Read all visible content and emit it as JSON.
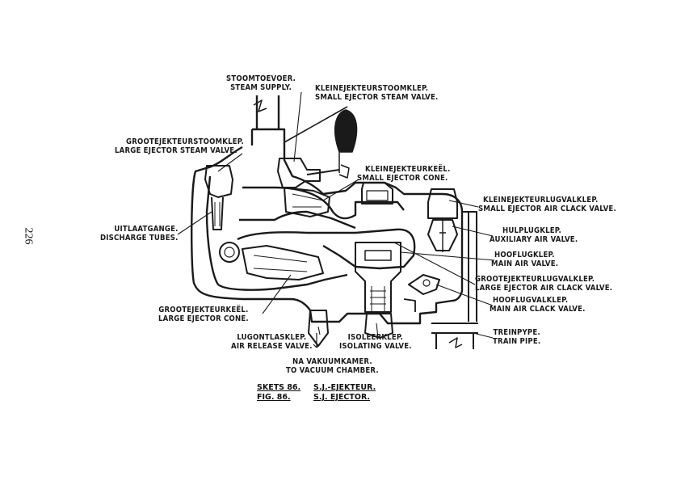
{
  "page_number": "226",
  "labels": {
    "steam_supply": {
      "af": "STOOMTOEVOER.",
      "en": "STEAM SUPPLY."
    },
    "small_ejector_steam_valve": {
      "af": "KLEINEJEKTEURSTOOMKLEP.",
      "en": "SMALL EJECTOR STEAM VALVE."
    },
    "large_ejector_steam_valve": {
      "af": "GROOTEJEKTEURSTOOMKLEP.",
      "en": "LARGE EJECTOR STEAM VALVE."
    },
    "small_ejector_cone": {
      "af": "KLEINEJEKTEURKEËL.",
      "en": "SMALL EJECTOR CONE."
    },
    "small_ejector_air_clack_valve": {
      "af": "KLEINEJEKTEURLUGVALKLEP.",
      "en": "SMALL EJECTOR AIR CLACK VALVE."
    },
    "discharge_tubes": {
      "af": "UITLAATGANGE.",
      "en": "DISCHARGE TUBES."
    },
    "auxiliary_air_valve": {
      "af": "HULPLUGKLEP.",
      "en": "AUXILIARY AIR VALVE."
    },
    "main_air_valve": {
      "af": "HOOFLUGKLEP.",
      "en": "MAIN AIR VALVE."
    },
    "large_ejector_air_clack_valve": {
      "af": "GROOTEJEKTEURLUGVALKLEP.",
      "en": "LARGE EJECTOR AIR CLACK VALVE."
    },
    "main_air_clack_valve": {
      "af": "HOOFLUGVALKLEP.",
      "en": "MAIN AIR CLACK VALVE."
    },
    "large_ejector_cone": {
      "af": "GROOTEJEKTEURKEËL.",
      "en": "LARGE EJECTOR CONE."
    },
    "air_release_valve": {
      "af": "LUGONTLASKLEP.",
      "en": "AIR RELEASE VALVE."
    },
    "isolating_valve": {
      "af": "ISOLEERKLEP.",
      "en": "ISOLATING VALVE."
    },
    "train_pipe": {
      "af": "TREINPYPE.",
      "en": "TRAIN PIPE."
    },
    "vacuum_chamber": {
      "af": "NA VAKUUMKAMER.",
      "en": "TO VACUUM CHAMBER."
    }
  },
  "caption": {
    "sketch_af": "SKETS 86.",
    "fig_en": "FIG. 86.",
    "title_af": "S.J.-EJEKTEUR.",
    "title_en": "S.J. EJECTOR."
  }
}
